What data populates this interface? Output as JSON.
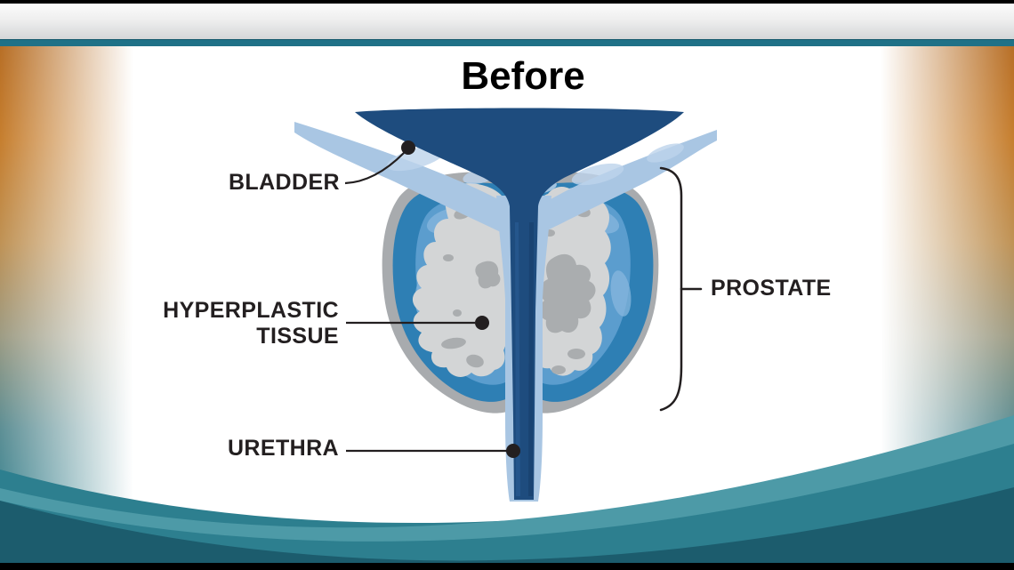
{
  "slide": {
    "title": "Before",
    "labels": {
      "bladder": "BLADDER",
      "hyperplastic_line1": "HYPERPLASTIC",
      "hyperplastic_line2": "TISSUE",
      "urethra": "URETHRA",
      "prostate": "PROSTATE"
    },
    "colors": {
      "top_teal_bar": "#1f7187",
      "edge_gradient_orange": "#c0762b",
      "edge_gradient_teal": "#2f8595",
      "swoosh_light": "#4d9aa7",
      "swoosh_mid": "#2d7f8f",
      "swoosh_dark": "#1c5c6d",
      "bladder_navy": "#1e4c7e",
      "bladder_wall_light_blue": "#a9c6e3",
      "prostate_capsule_gray": "#a8abae",
      "prostate_blue": "#2e7fb4",
      "prostate_inner_blue": "#5b9dce",
      "hyperplastic_tissue_gray": "#d3d5d6",
      "tissue_dark_patch": "#aaadaf",
      "label_text": "#231f20"
    }
  }
}
